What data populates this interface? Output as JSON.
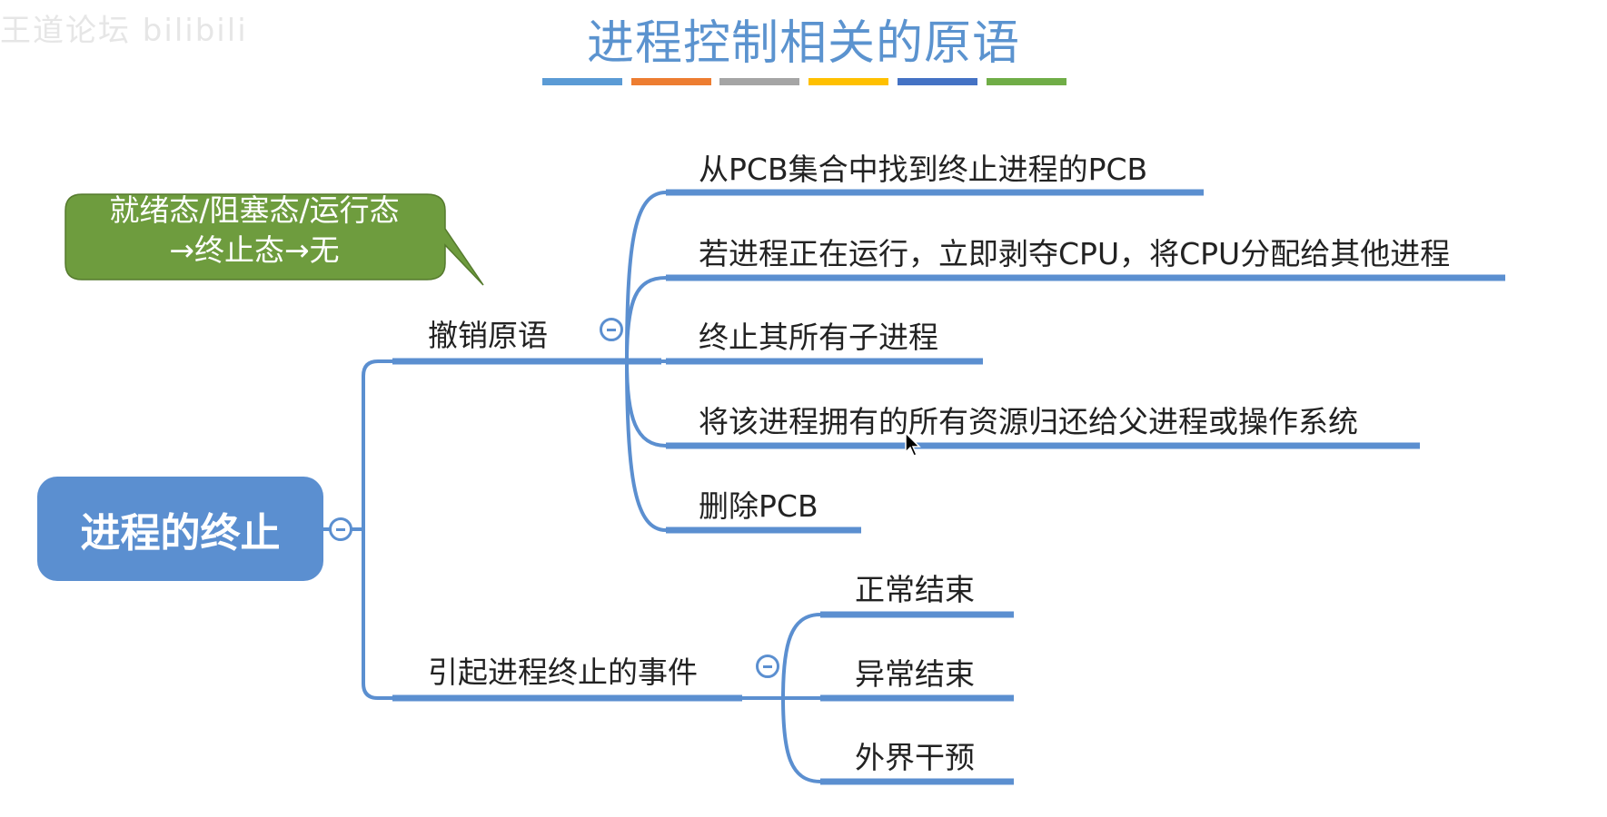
{
  "watermark": "王道论坛 bilibili",
  "title": "进程控制相关的原语",
  "title_bar_colors": [
    "#5b9bd5",
    "#ed7d31",
    "#a5a5a5",
    "#ffc000",
    "#4472c4",
    "#70ad47"
  ],
  "root": {
    "label": "进程的终止"
  },
  "callout": {
    "line1": "就绪态/阻塞态/运行态",
    "line2": "→终止态→无",
    "color": "#6e9c3e"
  },
  "branches": [
    {
      "label": "撤销原语",
      "children": [
        "从PCB集合中找到终止进程的PCB",
        "若进程正在运行，立即剥夺CPU，将CPU分配给其他进程",
        "终止其所有子进程",
        "将该进程拥有的所有资源归还给父进程或操作系统",
        "删除PCB"
      ]
    },
    {
      "label": "引起进程终止的事件",
      "children": [
        "正常结束",
        "异常结束",
        "外界干预"
      ]
    }
  ],
  "accent_color": "#5b8fd0"
}
